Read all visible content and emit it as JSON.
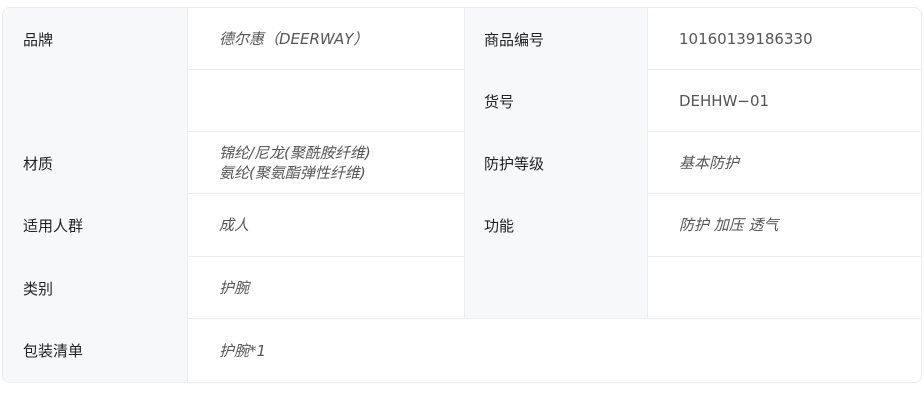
{
  "rows_left": [
    {
      "label": "品牌",
      "value": "德尔惠（DEERWAY）"
    },
    {
      "label": "",
      "value": ""
    },
    {
      "label": "材质",
      "value_lines": [
        "锦纶/尼龙(聚酰胺纤维)",
        "氨纶(聚氨酯弹性纤维)"
      ]
    },
    {
      "label": "适用人群",
      "value": "成人"
    },
    {
      "label": "类别",
      "value": "护腕"
    },
    {
      "label": "包装清单",
      "value": "护腕*1"
    }
  ],
  "rows_right": [
    {
      "label": "商品编号",
      "value": "10160139186330"
    },
    {
      "label": "货号",
      "value": "DEHHW−01"
    },
    {
      "label": "防护等级",
      "value": "基本防护"
    },
    {
      "label": "功能",
      "value": "防护 加压 透气"
    },
    {
      "label": "",
      "value": ""
    }
  ]
}
